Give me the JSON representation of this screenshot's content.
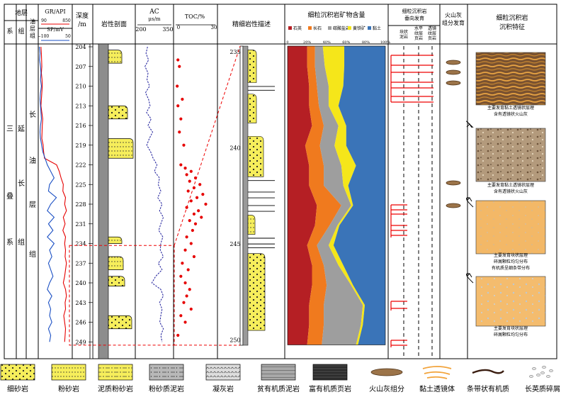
{
  "header": {
    "strata_group": "地层",
    "system": "系",
    "group": "组",
    "oil_layer_group": "油层组",
    "gr_label": "GR/API",
    "gr_min": "90",
    "gr_max": "850",
    "sp_label": "SP/mV",
    "sp_min": "−100",
    "sp_max": "50",
    "depth_label": "深度\n/m",
    "lith_label": "岩性剖面",
    "ac_label": "AC",
    "ac_unit": "μs/m",
    "ac_min": "200",
    "ac_max": "350",
    "toc_label": "TOC/%",
    "toc_min": "0",
    "toc_max": "30",
    "fine_label": "精细岩性描述",
    "mineral_label": "细粒沉积岩矿物含量",
    "struct_label": "细粒沉积岩\n垂向发育",
    "struct_sub1": "块状\n泥岩",
    "struct_sub2": "水平\n纹层\n页岩",
    "struct_sub3": "透镜\n纹层\n页岩",
    "ash_label": "火山灰\n组分发育",
    "feature_label": "细粒沉积岩\n沉积特征"
  },
  "strata": {
    "system": [
      "三",
      "叠",
      "系"
    ],
    "group": [
      "延",
      "长",
      "组"
    ],
    "oil_layer": [
      "长",
      "油",
      "层",
      "组"
    ]
  },
  "mineral_legend": [
    {
      "name": "石英",
      "color": "#b51f24"
    },
    {
      "name": "长石",
      "color": "#f07a1e"
    },
    {
      "name": "碳酸盐岩",
      "color": "#9e9e9e"
    },
    {
      "name": "黄铁矿",
      "color": "#f5e61a"
    },
    {
      "name": "黏土",
      "color": "#3a74b8"
    }
  ],
  "mineral_ticks": [
    "0",
    "20%",
    "40%",
    "60%",
    "80%",
    "100%"
  ],
  "feature_captions": [
    "主要发育黏土透镜状层理\n含有透镜状火山灰",
    "主要发育黏土透镜状层理\n含有透镜状火山灰",
    "主要发育块状层理\n碎屑颗粒均匀分布\n有机质呈细条带分布",
    "主要发育块状层理\n碎屑颗粒均匀分布"
  ],
  "bottom_legend": [
    {
      "label": "细砂岩",
      "icon": "fine-sandstone-icon"
    },
    {
      "label": "粉砂岩",
      "icon": "siltstone-icon"
    },
    {
      "label": "泥质粉砂岩",
      "icon": "muddy-siltstone-icon"
    },
    {
      "label": "粉砂质泥岩",
      "icon": "silty-mudstone-icon"
    },
    {
      "label": "凝灰岩",
      "icon": "tuff-icon"
    },
    {
      "label": "贫有机质泥岩",
      "icon": "lean-organic-mudstone-icon"
    },
    {
      "label": "富有机质页岩",
      "icon": "rich-organic-shale-icon"
    },
    {
      "label": "火山灰组分",
      "icon": "volcanic-ash-icon"
    },
    {
      "label": "黏土透镜体",
      "icon": "clay-lens-icon"
    },
    {
      "label": "条带状有机质",
      "icon": "banded-organic-icon"
    },
    {
      "label": "长英质碎屑",
      "icon": "felsic-debris-icon"
    }
  ],
  "chart_data": [
    {
      "type": "line",
      "title": "GR/API · SP/mV",
      "x": [
        204,
        205,
        206,
        207,
        208,
        209,
        210,
        211,
        212,
        213,
        214,
        215,
        216,
        217,
        218,
        219,
        220,
        221,
        222,
        223,
        224,
        225,
        226,
        227,
        228,
        229,
        230,
        231,
        232,
        233,
        234,
        235,
        236,
        237,
        238,
        239,
        240,
        241,
        242,
        243,
        244,
        245,
        246,
        247,
        248,
        249
      ],
      "series": [
        {
          "name": "GR/API",
          "range": [
            90,
            850
          ],
          "values": [
            150,
            160,
            165,
            170,
            160,
            175,
            180,
            170,
            160,
            150,
            170,
            190,
            180,
            175,
            170,
            200,
            210,
            230,
            500,
            560,
            600,
            650,
            640,
            700,
            680,
            720,
            650,
            690,
            640,
            700,
            680,
            700,
            690,
            720,
            700,
            680,
            650,
            700,
            720,
            690,
            700,
            660,
            680,
            700,
            690,
            680
          ]
        },
        {
          "name": "SP/mV",
          "range": [
            -100,
            50
          ],
          "values": [
            -95,
            -92,
            -94,
            -90,
            -88,
            -90,
            -86,
            -90,
            -92,
            -90,
            -88,
            -86,
            -90,
            -92,
            -90,
            -85,
            -80,
            -70,
            -60,
            -45,
            -30,
            -50,
            -55,
            -20,
            -45,
            -60,
            -30,
            -55,
            -35,
            -60,
            -30,
            -50,
            -40,
            -55,
            -45,
            -35,
            -50,
            -60,
            -40,
            -55,
            -45,
            -50,
            -40,
            -55,
            -45,
            -50
          ]
        }
      ]
    },
    {
      "type": "line",
      "title": "AC",
      "ylabel": "μs/m",
      "range": [
        200,
        350
      ],
      "x": [
        204,
        205,
        206,
        207,
        208,
        209,
        210,
        211,
        212,
        213,
        214,
        215,
        216,
        217,
        218,
        219,
        220,
        221,
        222,
        223,
        224,
        225,
        226,
        227,
        228,
        229,
        230,
        231,
        232,
        233,
        234,
        235,
        236,
        237,
        238,
        239,
        240,
        241,
        242,
        243,
        244,
        245,
        246,
        247,
        248,
        249
      ],
      "series": [
        {
          "name": "AC",
          "values": [
            248,
            242,
            252,
            238,
            250,
            246,
            256,
            240,
            252,
            258,
            244,
            262,
            250,
            268,
            255,
            245,
            260,
            270,
            285,
            275,
            295,
            290,
            300,
            288,
            305,
            295,
            310,
            300,
            292,
            308,
            300,
            298,
            310,
            290,
            305,
            280,
            265,
            300,
            310,
            295,
            305,
            300,
            296,
            310,
            300,
            305
          ]
        }
      ]
    },
    {
      "type": "scatter",
      "title": "TOC/%",
      "range": [
        0,
        30
      ],
      "points": [
        [
          206,
          3
        ],
        [
          207,
          4
        ],
        [
          210,
          2.5
        ],
        [
          212,
          6
        ],
        [
          213,
          3
        ],
        [
          215,
          5
        ],
        [
          217,
          4
        ],
        [
          219,
          7
        ],
        [
          222,
          5
        ],
        [
          222.5,
          8
        ],
        [
          223,
          12
        ],
        [
          223.5,
          9
        ],
        [
          224,
          15
        ],
        [
          224.5,
          11
        ],
        [
          225,
          18
        ],
        [
          225.5,
          14
        ],
        [
          226,
          10
        ],
        [
          226.5,
          20
        ],
        [
          227,
          16
        ],
        [
          227.5,
          12
        ],
        [
          228,
          22
        ],
        [
          228.5,
          9
        ],
        [
          229,
          17
        ],
        [
          229.5,
          14
        ],
        [
          230,
          19
        ],
        [
          230.5,
          11
        ],
        [
          231,
          15
        ],
        [
          232,
          13
        ],
        [
          233,
          9
        ],
        [
          234,
          12
        ],
        [
          235,
          8
        ],
        [
          236,
          14
        ],
        [
          237,
          6
        ],
        [
          238,
          10
        ],
        [
          239,
          5
        ],
        [
          240,
          8
        ],
        [
          241,
          11
        ],
        [
          242,
          9
        ],
        [
          243,
          7
        ],
        [
          244,
          12
        ],
        [
          245,
          5
        ],
        [
          246,
          8
        ],
        [
          248,
          3
        ]
      ]
    },
    {
      "type": "area",
      "title": "细粒沉积岩矿物含量",
      "x": [
        235,
        236,
        237,
        238,
        239,
        240,
        241,
        242,
        243,
        244,
        245,
        246,
        247,
        248,
        249,
        250
      ],
      "series": [
        {
          "name": "石英",
          "values": [
            20,
            20,
            22,
            22,
            25,
            18,
            22,
            22,
            30,
            28,
            20,
            25,
            25,
            22,
            22,
            20
          ]
        },
        {
          "name": "长石",
          "values": [
            8,
            8,
            8,
            10,
            12,
            15,
            15,
            15,
            25,
            15,
            10,
            12,
            15,
            15,
            15,
            15
          ]
        },
        {
          "name": "碳酸盐岩",
          "values": [
            8,
            10,
            12,
            10,
            15,
            15,
            18,
            20,
            10,
            8,
            12,
            15,
            25,
            40,
            38,
            35
          ]
        },
        {
          "name": "黄铁矿",
          "values": [
            22,
            20,
            15,
            10,
            8,
            12,
            15,
            5,
            2,
            2,
            5,
            5,
            2,
            2,
            2,
            2
          ]
        },
        {
          "name": "黏土",
          "values": [
            42,
            42,
            43,
            48,
            40,
            40,
            30,
            38,
            33,
            47,
            53,
            43,
            33,
            21,
            23,
            28
          ]
        }
      ]
    }
  ]
}
